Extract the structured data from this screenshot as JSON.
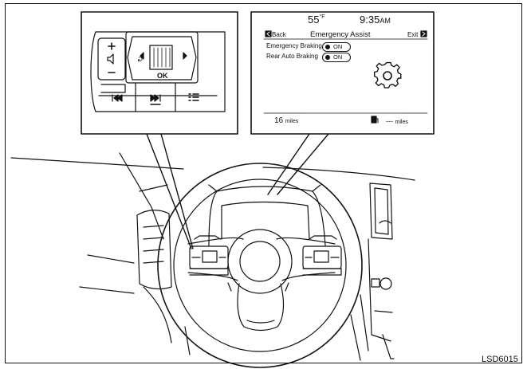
{
  "display": {
    "temperature": "55",
    "temperature_unit": "°F",
    "time": "9:35",
    "time_suffix": "AM",
    "back_label": "Back",
    "title": "Emergency Assist",
    "exit_label": "Exit",
    "rows": [
      {
        "label": "Emergency Braking",
        "state": "ON"
      },
      {
        "label": "Rear Auto Braking",
        "state": "ON"
      }
    ],
    "distance_left": {
      "value": "16",
      "unit": "miles"
    },
    "distance_right": {
      "value": "---",
      "unit": "miles"
    },
    "icons": [
      "gear-icon",
      "fuel-icon",
      "back-arrow-icon",
      "exit-arrow-icon"
    ]
  },
  "controls": {
    "ok_label": "OK",
    "icons": [
      "volume-up-icon",
      "speaker-icon",
      "volume-down-icon",
      "phone-icon",
      "next-track-icon",
      "previous-track-icon",
      "menu-list-icon",
      "left-arrow-icon",
      "right-arrow-icon"
    ]
  },
  "figure_code": "LSD6015"
}
